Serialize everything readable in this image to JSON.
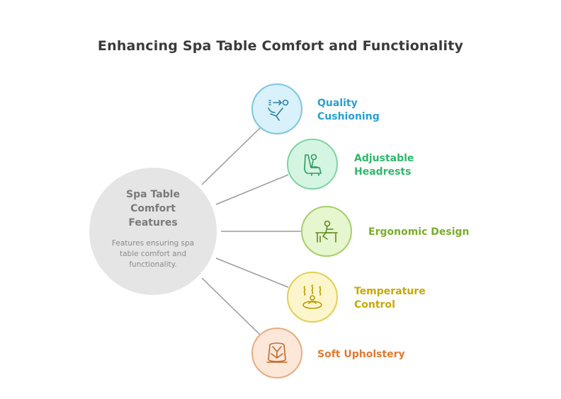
{
  "title": "Enhancing Spa Table Comfort and Functionality",
  "center": {
    "title": "Spa Table Comfort Features",
    "description": "Features ensuring spa table comfort and functionality."
  },
  "features": [
    {
      "label": "Quality Cushioning",
      "icon": "reclining-person-icon",
      "color": "#2a9fd0"
    },
    {
      "label": "Adjustable Headrests",
      "icon": "seat-headrest-icon",
      "color": "#2eb86a"
    },
    {
      "label": "Ergonomic Design",
      "icon": "person-at-desk-icon",
      "color": "#7cac2c"
    },
    {
      "label": "Temperature Control",
      "icon": "heat-person-icon",
      "color": "#c7a900"
    },
    {
      "label": "Soft Upholstery",
      "icon": "padded-seat-icon",
      "color": "#e07a30"
    }
  ]
}
